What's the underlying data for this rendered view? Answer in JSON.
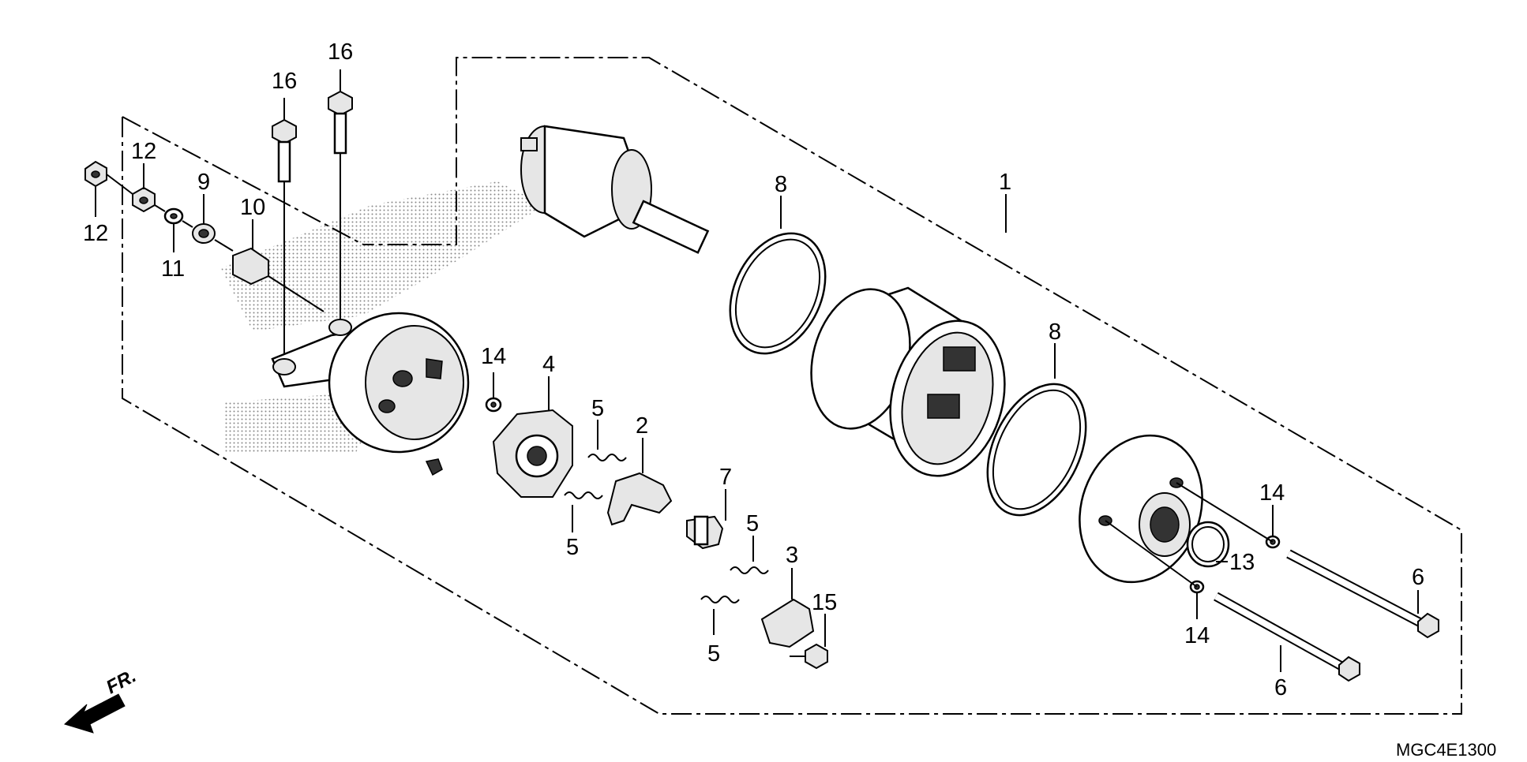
{
  "diagram": {
    "code": "MGC4E1300",
    "direction_label": "FR.",
    "callouts": {
      "c1": "1",
      "c2": "2",
      "c3": "3",
      "c4": "4",
      "c5a": "5",
      "c5b": "5",
      "c5c": "5",
      "c5d": "5",
      "c6a": "6",
      "c6b": "6",
      "c7": "7",
      "c8a": "8",
      "c8b": "8",
      "c9": "9",
      "c10": "10",
      "c11": "11",
      "c12a": "12",
      "c12b": "12",
      "c13": "13",
      "c14a": "14",
      "c14b": "14",
      "c14c": "14",
      "c15": "15",
      "c16a": "16",
      "c16b": "16"
    }
  }
}
